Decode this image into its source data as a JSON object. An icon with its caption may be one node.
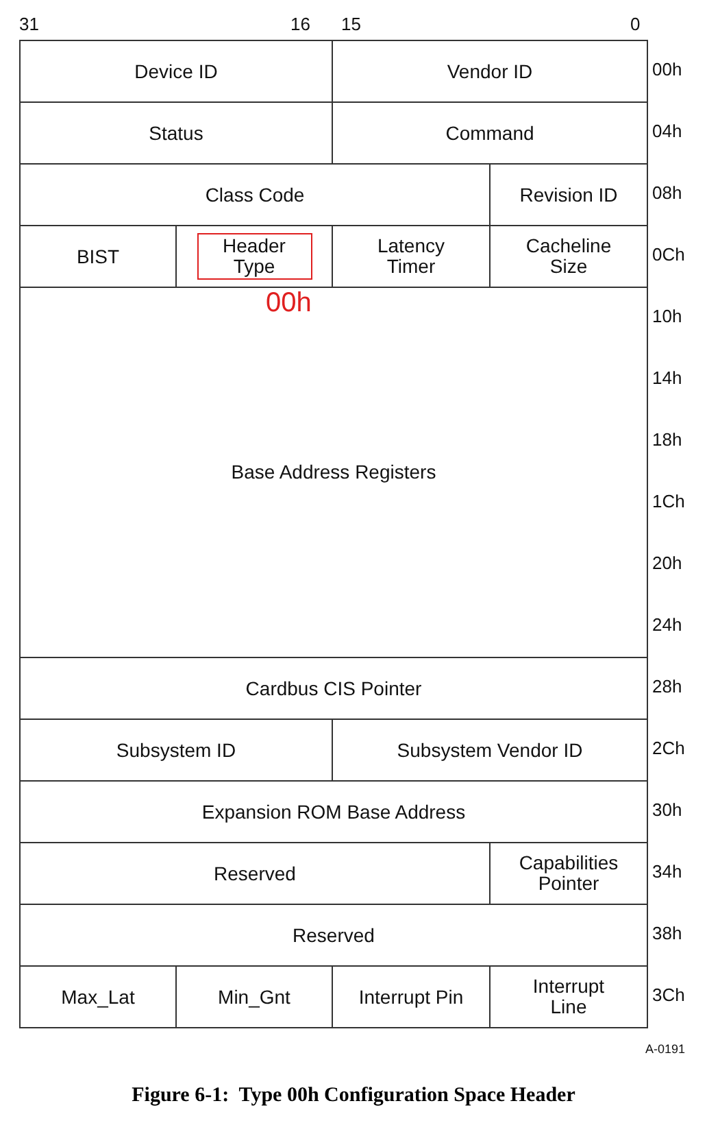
{
  "diagram": {
    "caption": "Figure 6-1:  Type 00h Configuration Space Header",
    "nodes": [
      {
        "text": [
          "Device ID"
        ]
      },
      {
        "text": [
          "Vendor ID"
        ]
      },
      {
        "text": [
          "Status"
        ]
      },
      {
        "text": [
          "Command"
        ]
      },
      {
        "text": [
          "Class Code"
        ]
      },
      {
        "text": [
          "Revision ID"
        ]
      },
      {
        "text": [
          "BIST"
        ]
      },
      {
        "text": [
          "Header Type"
        ],
        "beside": [
          "00h"
        ]
      },
      {
        "text": [
          "Latency Timer"
        ]
      },
      {
        "text": [
          "Cacheline Size"
        ]
      },
      {
        "text": [
          "Base Address Registers"
        ]
      },
      {
        "text": [
          "Cardbus CIS Pointer"
        ]
      },
      {
        "text": [
          "Subsystem ID"
        ]
      },
      {
        "text": [
          "Subsystem Vendor ID"
        ]
      },
      {
        "text": [
          "Expansion ROM Base Address"
        ]
      },
      {
        "text": [
          "Reserved"
        ]
      },
      {
        "text": [
          "Capabilities Pointer"
        ]
      },
      {
        "text": [
          "Reserved"
        ]
      },
      {
        "text": [
          "Max_Lat"
        ]
      },
      {
        "text": [
          "Min_Gnt"
        ]
      },
      {
        "text": [
          "Interrupt Pin"
        ]
      },
      {
        "text": [
          "Interrupt Line"
        ]
      }
    ],
    "labels": [
      "31",
      "16",
      "15",
      "0",
      "00h",
      "04h",
      "08h",
      "0Ch",
      "10h",
      "14h",
      "18h",
      "1Ch",
      "20h",
      "24h",
      "28h",
      "2Ch",
      "30h",
      "34h",
      "38h",
      "3Ch",
      "A-0191"
    ]
  }
}
